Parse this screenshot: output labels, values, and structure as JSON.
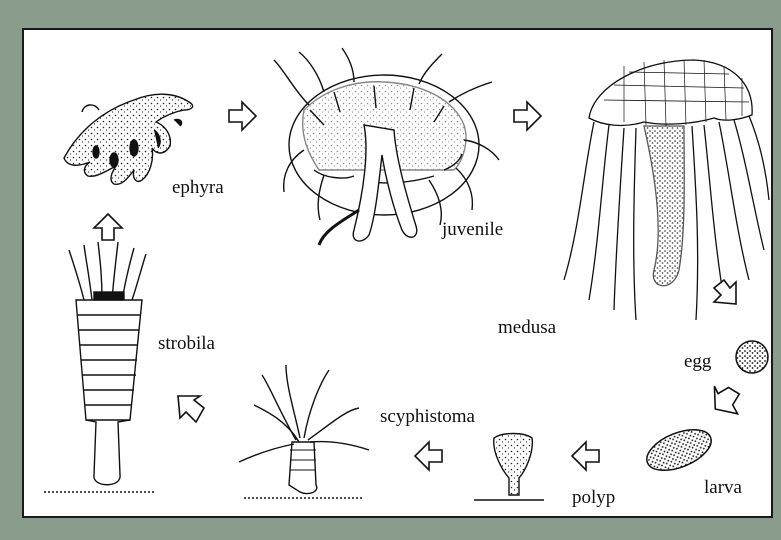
{
  "stages": {
    "ephyra": "ephyra",
    "juvenile": "juvenile",
    "medusa": "medusa",
    "egg": "egg",
    "larva": "larva",
    "polyp": "polyp",
    "scyphistoma": "scyphistoma",
    "strobila": "strobila"
  },
  "colors": {
    "background": "#8a9d8d",
    "panel": "#ffffff",
    "ink": "#1a1a1a"
  }
}
